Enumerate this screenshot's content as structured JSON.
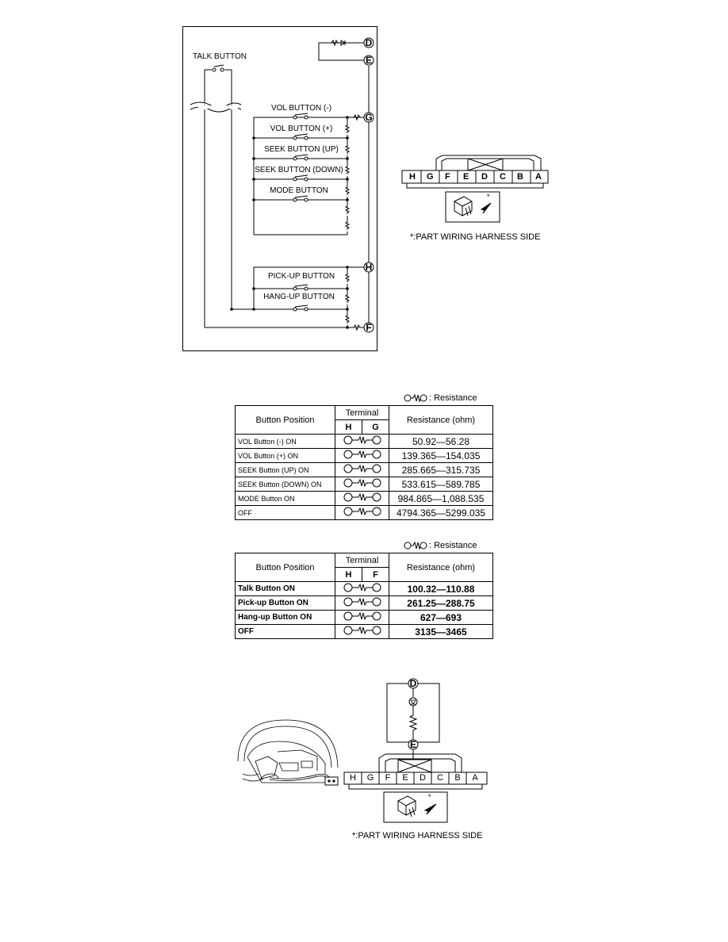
{
  "circuit": {
    "talk_button": "TALK BUTTON",
    "vol_minus": "VOL BUTTON (-)",
    "vol_plus": "VOL BUTTON (+)",
    "seek_up": "SEEK BUTTON (UP)",
    "seek_down": "SEEK BUTTON (DOWN)",
    "mode": "MODE BUTTON",
    "pick_up": "PICK-UP BUTTON",
    "hang_up": "HANG-UP BUTTON",
    "terminals": {
      "d": "D",
      "e": "E",
      "g": "G",
      "h": "H",
      "f": "F"
    }
  },
  "connector_top": {
    "pins": [
      "H",
      "G",
      "F",
      "E",
      "D",
      "C",
      "B",
      "A"
    ],
    "star": "*",
    "caption": "*:PART WIRING HARNESS SIDE"
  },
  "legend": {
    "text": ": Resistance"
  },
  "table1": {
    "headers": {
      "position": "Button Position",
      "terminal": "Terminal",
      "t1": "H",
      "t2": "G",
      "resistance": "Resistance (ohm)"
    },
    "rows": [
      {
        "position": "VOL Button (-) ON",
        "resistance": "50.92—56.28"
      },
      {
        "position": "VOL Button (+) ON",
        "resistance": "139.365—154.035"
      },
      {
        "position": "SEEK Button (UP) ON",
        "resistance": "285.665—315.735"
      },
      {
        "position": "SEEK Button (DOWN) ON",
        "resistance": "533.615—589.785"
      },
      {
        "position": "MODE Button ON",
        "resistance": "984.865—1,088.535"
      },
      {
        "position": "OFF",
        "resistance": "4794.365—5299.035"
      }
    ]
  },
  "table2": {
    "headers": {
      "position": "Button Position",
      "terminal": "Terminal",
      "t1": "H",
      "t2": "F",
      "resistance": "Resistance (ohm)"
    },
    "rows": [
      {
        "position": "Talk Button ON",
        "resistance": "100.32—110.88"
      },
      {
        "position": "Pick-up Button ON",
        "resistance": "261.25—288.75"
      },
      {
        "position": "Hang-up Button ON",
        "resistance": "627—693"
      },
      {
        "position": "OFF",
        "resistance": "3135—3465"
      }
    ]
  },
  "bottom": {
    "terminals": {
      "d": "D",
      "e": "E"
    },
    "pins": [
      "H",
      "G",
      "F",
      "E",
      "D",
      "C",
      "B",
      "A"
    ],
    "star": "*",
    "caption": "*:PART WIRING HARNESS SIDE"
  }
}
